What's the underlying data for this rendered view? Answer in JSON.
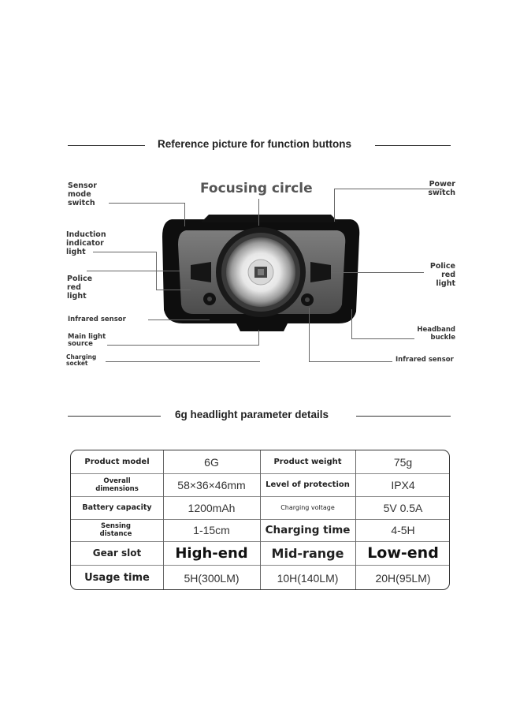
{
  "section1": {
    "title": "Reference picture for function buttons"
  },
  "callouts": {
    "focusing_circle": "Focusing circle",
    "sensor_mode_switch": "Sensor mode switch",
    "induction_indicator_light": "Induction indicator light",
    "police_red_light_left": "Police red light",
    "infrared_sensor_left": "Infrared sensor",
    "main_light_source": "Main light source",
    "charging_socket": "Charging socket",
    "power_switch": "Power switch",
    "police_red_light_right": "Police red light",
    "headband_buckle": "Headband buckle",
    "infrared_sensor_right": "Infrared sensor"
  },
  "section2": {
    "title": "6g headlight parameter details"
  },
  "params": {
    "product_model_label": "Product model",
    "product_model_value": "6G",
    "product_weight_label": "Product weight",
    "product_weight_value": "75g",
    "overall_dimensions_label": "Overall dimensions",
    "overall_dimensions_value": "58×36×46mm",
    "protection_label": "Level of protection",
    "protection_value": "IPX4",
    "battery_label": "Battery capacity",
    "battery_value": "1200mAh",
    "charging_voltage_label": "Charging voltage",
    "charging_voltage_value": "5V 0.5A",
    "sensing_distance_label": "Sensing distance",
    "sensing_distance_value": "1-15cm",
    "charging_time_label": "Charging time",
    "charging_time_value": "4-5H",
    "gear_slot_label": "Gear slot",
    "gear_high": "High-end",
    "gear_mid": "Mid-range",
    "gear_low": "Low-end",
    "usage_time_label": "Usage time",
    "usage_high": "5H(300LM)",
    "usage_mid": "10H(140LM)",
    "usage_low": "20H(95LM)"
  }
}
